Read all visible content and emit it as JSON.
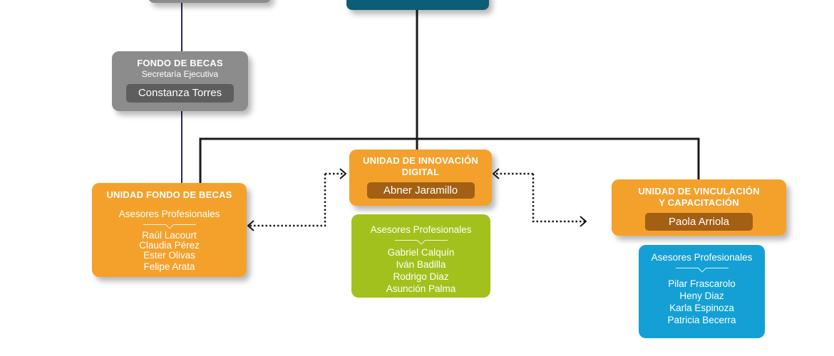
{
  "colors": {
    "orange": "#f4a12c",
    "orange_dark": "#a35f14",
    "gray": "#8c8c8c",
    "gray_dark": "#5e5e5e",
    "green": "#a3c11c",
    "blue": "#14a0d4",
    "navy_line": "#2b2a55",
    "top_box": "#0f5c76",
    "connector": "#1a1a1a"
  },
  "fondo_becas": {
    "title": "FONDO DE BECAS",
    "subtitle": "Secretaría Ejecutiva",
    "name": "Constanza Torres"
  },
  "unidad_fondo_becas": {
    "title": "UNIDAD FONDO DE BECAS",
    "advisors_heading": "Asesores Profesionales",
    "members": [
      "Raúl Lacourt",
      "Claudia Pérez",
      "Ester Olivas",
      "Felipe Arata"
    ]
  },
  "unidad_innovacion": {
    "title_line1": "UNIDAD DE INNOVACIÓN",
    "title_line2": "DIGITAL",
    "name": "Abner Jaramillo",
    "advisors_heading": "Asesores Profesionales",
    "members": [
      "Gabriel Calquín",
      "Iván Badilla",
      "Rodrigo Diaz",
      "Asunción Palma"
    ]
  },
  "unidad_vinculacion": {
    "title_line1": "UNIDAD DE VINCULACIÓN",
    "title_line2": "Y CAPACITACIÓN",
    "name": "Paola Arriola",
    "advisors_heading": "Asesores Profesionales",
    "members": [
      "Pilar Frascarolo",
      "Heny Diaz",
      "Karla Espinoza",
      "Patricia Becerra"
    ]
  }
}
